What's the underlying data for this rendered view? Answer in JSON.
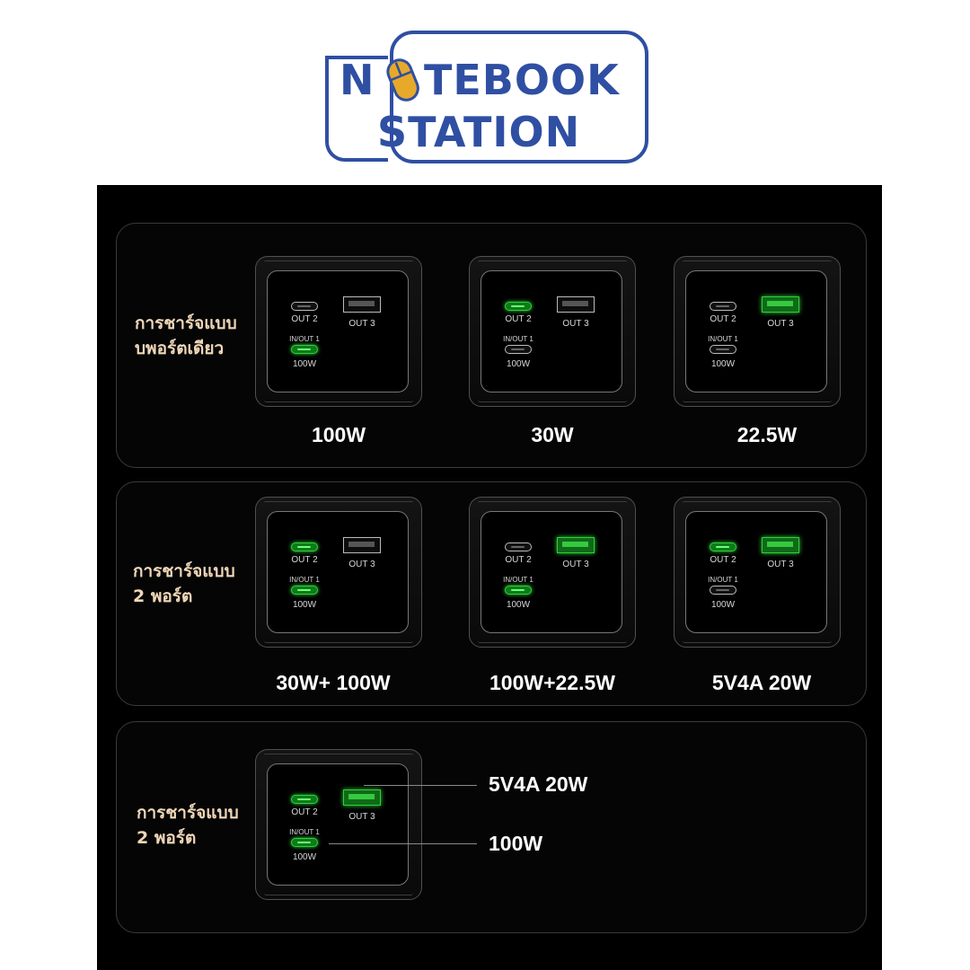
{
  "logo": {
    "letter_n": "N",
    "line1": "TEBOOK",
    "line2": "STATION",
    "brand_color": "#2f4fa3",
    "mouse_color": "#e6a92a",
    "mouse_icon": "computer-mouse-icon"
  },
  "colors": {
    "panel_bg": "#000000",
    "mode_label": "#f0d7b8",
    "port_active": "#2fd03a",
    "port_inactive": "#bbbbbb"
  },
  "port_labels": {
    "out2": "OUT 2",
    "out3": "OUT 3",
    "inout1": "IN/OUT 1",
    "inout1_watt": "100W"
  },
  "sections": [
    {
      "mode_label": "การชาร์จแบบ\nบพอร์ตเดียว",
      "devices": [
        {
          "out2_active": false,
          "out3_active": false,
          "inout1_active": true,
          "power": "100W"
        },
        {
          "out2_active": true,
          "out3_active": false,
          "inout1_active": false,
          "power": "30W"
        },
        {
          "out2_active": false,
          "out3_active": true,
          "inout1_active": false,
          "power": "22.5W"
        }
      ]
    },
    {
      "mode_label": "การชาร์จแบบ\n2 พอร์ต",
      "devices": [
        {
          "out2_active": true,
          "out3_active": false,
          "inout1_active": true,
          "power": "30W+ 100W"
        },
        {
          "out2_active": false,
          "out3_active": true,
          "inout1_active": true,
          "power": "100W+22.5W"
        },
        {
          "out2_active": true,
          "out3_active": true,
          "inout1_active": false,
          "power": "5V4A 20W"
        }
      ]
    },
    {
      "mode_label": "การชาร์จแบบ\n2 พอร์ต",
      "devices": [
        {
          "out2_active": true,
          "out3_active": true,
          "inout1_active": true
        }
      ],
      "callouts": [
        "5V4A 20W",
        "100W"
      ]
    }
  ]
}
